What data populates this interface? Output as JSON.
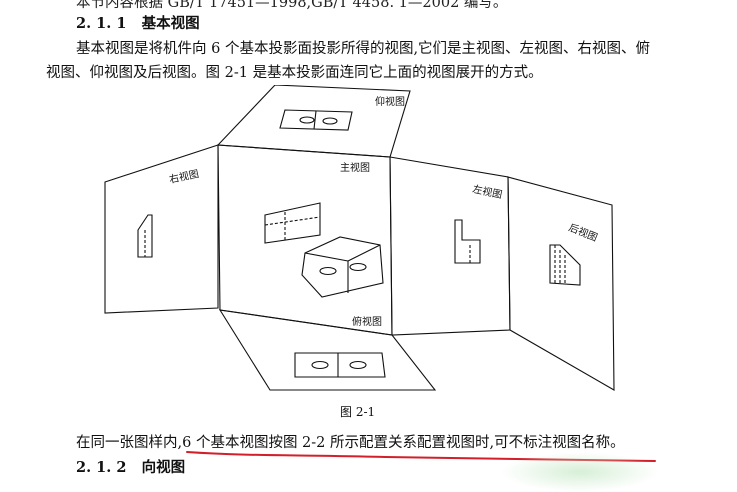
{
  "cut_line": "本节内容根据 GB/T 17451—1998,GB/T 4458. 1—2002 编写。",
  "section_1": {
    "number": "2. 1. 1",
    "title": "基本视图"
  },
  "para_1_line1": "基本视图是将机件向 6 个基本投影面投影所得的视图,它们是主视图、左视图、右视图、俯",
  "para_1_line2": "视图、仰视图及后视图。图 2-1 是基本投影面连同它上面的视图展开的方式。",
  "figure": {
    "labels": {
      "top": "仰视图",
      "front": "主视图",
      "right": "右视图",
      "left": "左视图",
      "back": "后视图",
      "bottom": "俯视图"
    },
    "caption": "图    2-1"
  },
  "para_2_prefix": "在同一张图样内",
  "para_2_highlight": ",6 个基本视图按图 2-2 所示配置关系配置视图时,可不标注视图名称。",
  "section_2": {
    "number": "2. 1. 2",
    "title": "向视图"
  },
  "colors": {
    "underline": "#d21f2a",
    "text": "#111111"
  }
}
